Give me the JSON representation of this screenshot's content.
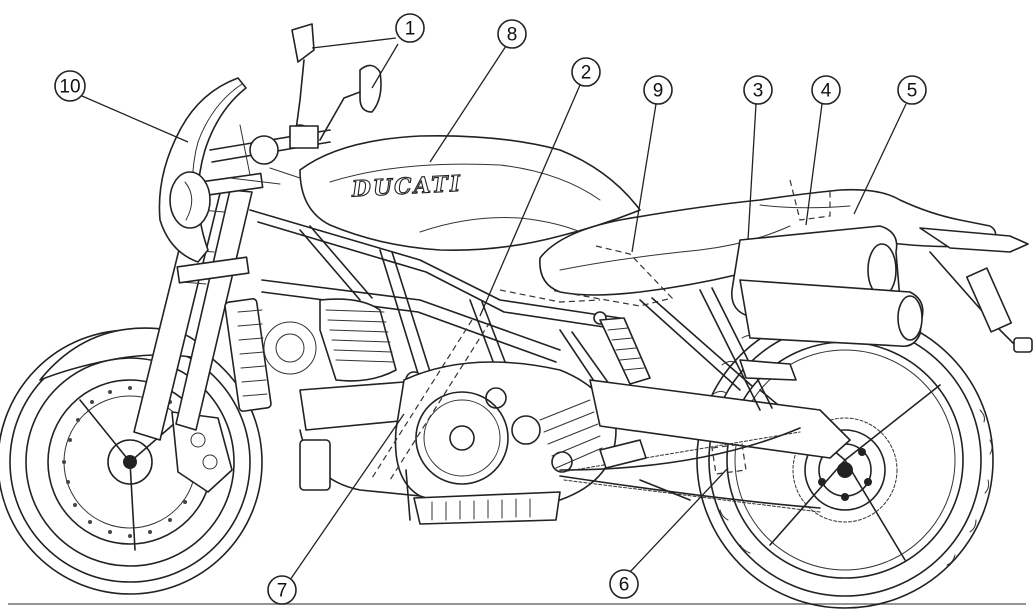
{
  "diagram": {
    "brand_text": "DUCATI",
    "callouts": [
      {
        "id": "callout-1",
        "number": "1"
      },
      {
        "id": "callout-2",
        "number": "2"
      },
      {
        "id": "callout-3",
        "number": "3"
      },
      {
        "id": "callout-4",
        "number": "4"
      },
      {
        "id": "callout-5",
        "number": "5"
      },
      {
        "id": "callout-6",
        "number": "6"
      },
      {
        "id": "callout-7",
        "number": "7"
      },
      {
        "id": "callout-8",
        "number": "8"
      },
      {
        "id": "callout-9",
        "number": "9"
      },
      {
        "id": "callout-10",
        "number": "10"
      }
    ]
  }
}
